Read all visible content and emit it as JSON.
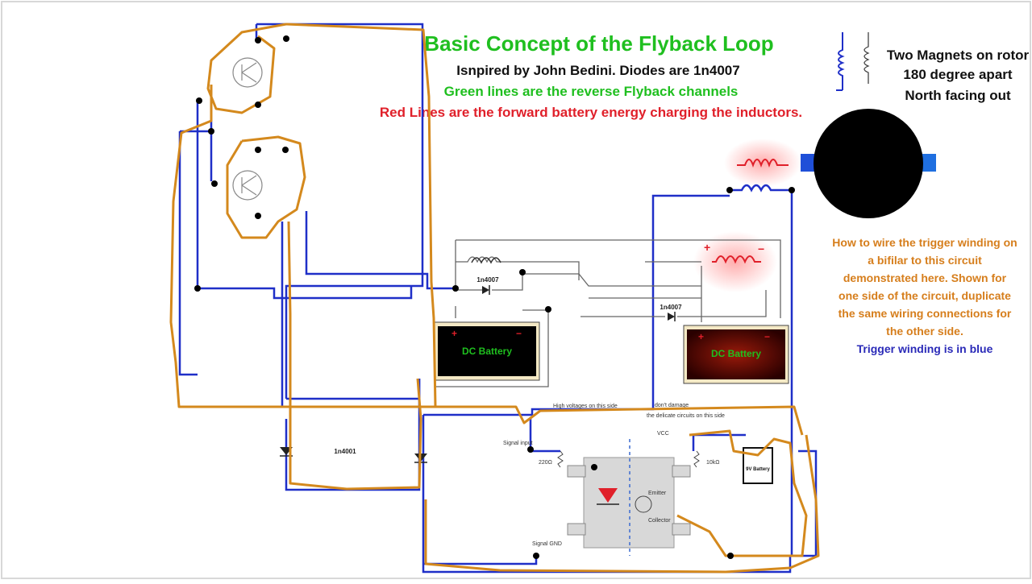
{
  "header": {
    "title": "Basic Concept of the Flyback Loop",
    "line1": "Isnpired by John Bedini. Diodes are 1n4007",
    "line2": "Green lines are the reverse Flyback channels",
    "line3": "Red Lines are the forward battery energy charging the inductors."
  },
  "rotor_note": {
    "line1": "Two Magnets on rotor",
    "line2": "180 degree apart",
    "line3": "North facing out"
  },
  "wiring_note": {
    "line1": "How to wire the trigger winding on",
    "line2": "a bifilar to this circuit",
    "line3": "demonstrated here.  Shown for",
    "line4": "one side of the circuit, duplicate",
    "line5": "the same wiring  connections for",
    "line6": "the other side.",
    "line7": "Trigger winding is in blue"
  },
  "labels": {
    "diode_top": "1n4007",
    "diode_mid": "1n4007",
    "diode_bottom": "1n4001",
    "battery_left": "DC Battery",
    "battery_right": "DC Battery",
    "battery_small": "9V Battery",
    "vcc": "VCC",
    "signal_input": "Signal input",
    "signal_gnd": "Signal GND",
    "r_left": "220Ω",
    "r_right": "10kΩ",
    "emitter": "Emitter",
    "collector": "Collector",
    "high_voltage_note": "High voltages on this side",
    "circuits_note": "circuits on this side",
    "dont_damage": "don't damage",
    "delicate_note": "the delicate circuits on this side",
    "plus": "+",
    "minus": "−"
  },
  "colors": {
    "title_green": "#1fbf1f",
    "red": "#e0202a",
    "blue_wire": "#1f2fc8",
    "orange_loop": "#d4891d",
    "black": "#000000",
    "note_orange": "#d67e1c",
    "note_blue": "#2a2ab8"
  }
}
